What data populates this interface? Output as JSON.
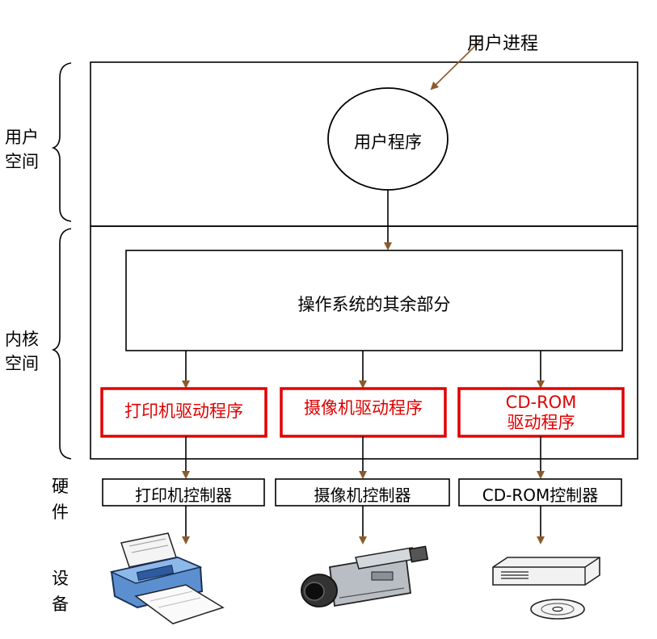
{
  "diagram": {
    "user_process": "用户进程",
    "user_program": "用户程序",
    "os_rest": "操作系统的其余部分",
    "sections": {
      "user_space": {
        "line1": "用户",
        "line2": "空间"
      },
      "kernel_space": {
        "line1": "内核",
        "line2": "空间"
      },
      "hardware": {
        "line1": "硬",
        "line2": "件"
      },
      "devices": {
        "line1": "设",
        "line2": "备"
      }
    },
    "drivers": {
      "printer": "打印机驱动程序",
      "camera": "摄像机驱动程序",
      "cdrom_line1": "CD-ROM",
      "cdrom_line2": "驱动程序"
    },
    "controllers": {
      "printer": "打印机控制器",
      "camera": "摄像机控制器",
      "cdrom": "CD-ROM控制器"
    },
    "devices": [
      "printer-icon",
      "camcorder-icon",
      "cdrom-drive-icon"
    ],
    "colors": {
      "arrow": "#8b5a2b",
      "driver_border": "#e00000",
      "driver_text": "#e00000",
      "line": "#000000"
    }
  }
}
